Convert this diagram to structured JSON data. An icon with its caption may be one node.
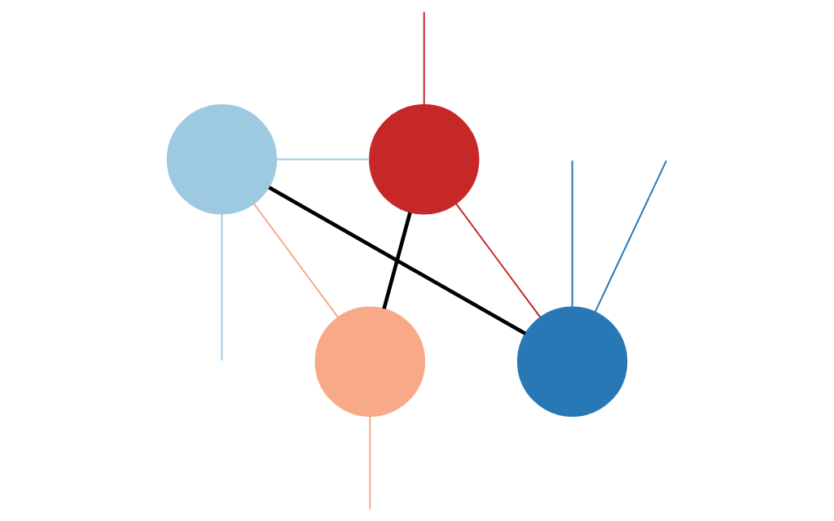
{
  "diagram": {
    "nodes": [
      {
        "text": [],
        "shape": "circle"
      },
      {
        "text": [],
        "shape": "circle"
      },
      {
        "text": [],
        "shape": "circle"
      },
      {
        "text": [],
        "shape": "circle"
      }
    ],
    "edges": [
      {
        "from": 0,
        "to": 3,
        "arrow": "none",
        "style": "thick",
        "color": "#000000"
      },
      {
        "from": 2,
        "to": 1,
        "arrow": "none",
        "style": "thick",
        "color": "#000000"
      },
      {
        "from": 0,
        "to": 1,
        "arrow": "none",
        "color": "#9ecae1"
      },
      {
        "from": null,
        "to": 1,
        "arrow": "none",
        "color": "#c62828"
      },
      {
        "from": 0,
        "to": null,
        "arrow": "none",
        "color": "#9ecae1"
      },
      {
        "from": null,
        "to": 3,
        "arrow": "none",
        "color": "#2878b5"
      },
      {
        "from": 2,
        "to": null,
        "arrow": "none",
        "color": "#f7a988"
      },
      {
        "from": 0,
        "to": 2,
        "arrow": "none",
        "color": "#f7a988"
      },
      {
        "from": 1,
        "to": 3,
        "arrow": "none",
        "color": "#c62828"
      },
      {
        "from": null,
        "to": 3,
        "arrow": "none",
        "color": "#2878b5"
      }
    ]
  }
}
